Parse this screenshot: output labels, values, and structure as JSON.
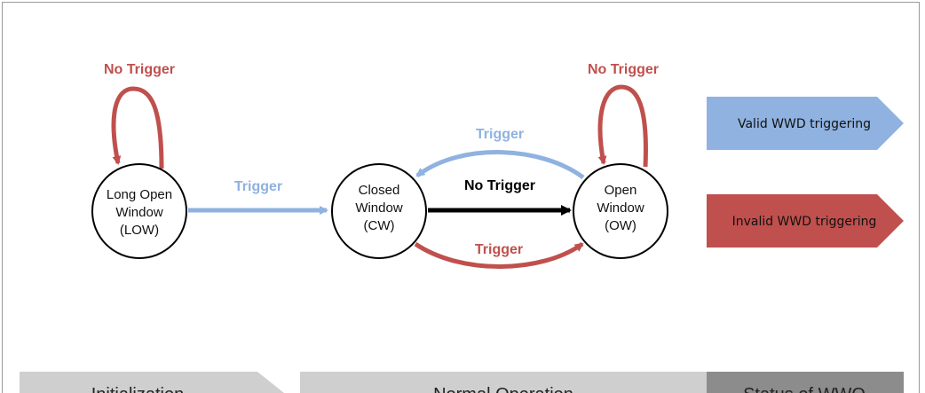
{
  "colors": {
    "valid": "#8fb2e0",
    "valid_text": "#8fb2e0",
    "invalid": "#c0504d",
    "normal": "#000000",
    "band_light": "#cfcfcf",
    "band_dark": "#8c8c8c"
  },
  "states": {
    "low": {
      "line1": "Long Open",
      "line2": "Window",
      "line3": "(LOW)"
    },
    "cw": {
      "line1": "Closed",
      "line2": "Window",
      "line3": "(CW)"
    },
    "ow": {
      "line1": "Open",
      "line2": "Window",
      "line3": "(OW)"
    }
  },
  "transitions": {
    "low_self": "No Trigger",
    "low_to_cw": "Trigger",
    "ow_to_cw": "Trigger",
    "cw_to_ow_no_trigger": "No Trigger",
    "cw_to_ow_trigger": "Trigger",
    "ow_self": "No Trigger"
  },
  "legend": {
    "valid": "Valid WWD triggering",
    "invalid": "Invalid WWD triggering"
  },
  "bands": {
    "init": "Initialization",
    "normal": "Normal Operation",
    "status": "Status of WWO"
  }
}
